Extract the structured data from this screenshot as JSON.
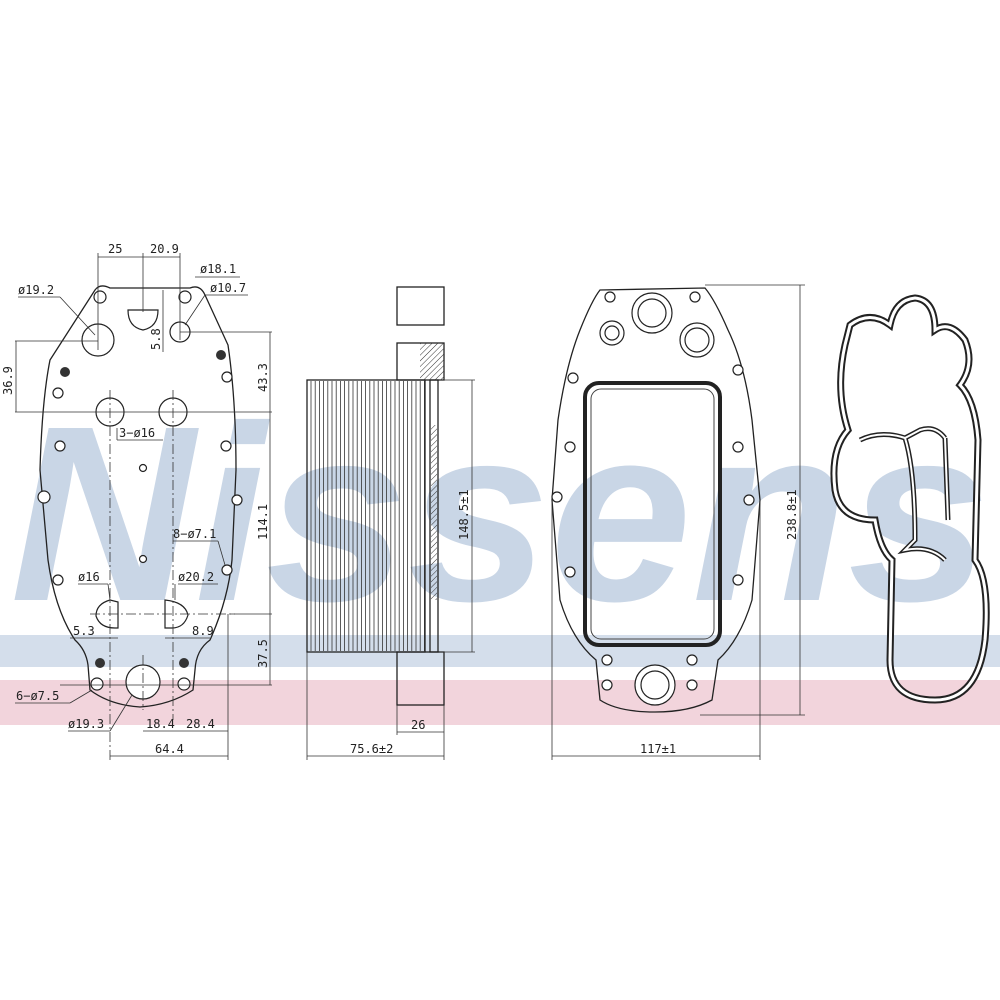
{
  "watermark": {
    "brand": "Nissens",
    "blue": "#c9d6e6",
    "band_blue": "#d4deeb",
    "band_pink": "#f2d4dc"
  },
  "front_view": {
    "dims": {
      "w25": "25",
      "w20_9": "20.9",
      "d18_1": "ø18.1",
      "d19_2": "ø19.2",
      "d10_7": "ø10.7",
      "h5_8": "5.8",
      "h36_9": "36.9",
      "h43_3": "43.3",
      "holes3_16": "3−ø16",
      "h114_1": "114.1",
      "holes8_7_1": "8−ø7.1",
      "d16": "ø16",
      "d20_2": "ø20.2",
      "w5_3": "5.3",
      "w8_9": "8.9",
      "h37_5": "37.5",
      "holes6_7_5": "6−ø7.5",
      "d19_3": "ø19.3",
      "w18_4": "18.4",
      "w28_4": "28.4",
      "w64_4": "64.4"
    }
  },
  "side_view": {
    "dims": {
      "h148_5": "148.5±1",
      "w26": "26",
      "w75_6": "75.6±2"
    }
  },
  "gasket_view": {
    "dims": {
      "h238_8": "238.8±1",
      "w117": "117±1"
    }
  },
  "seal_view": {}
}
